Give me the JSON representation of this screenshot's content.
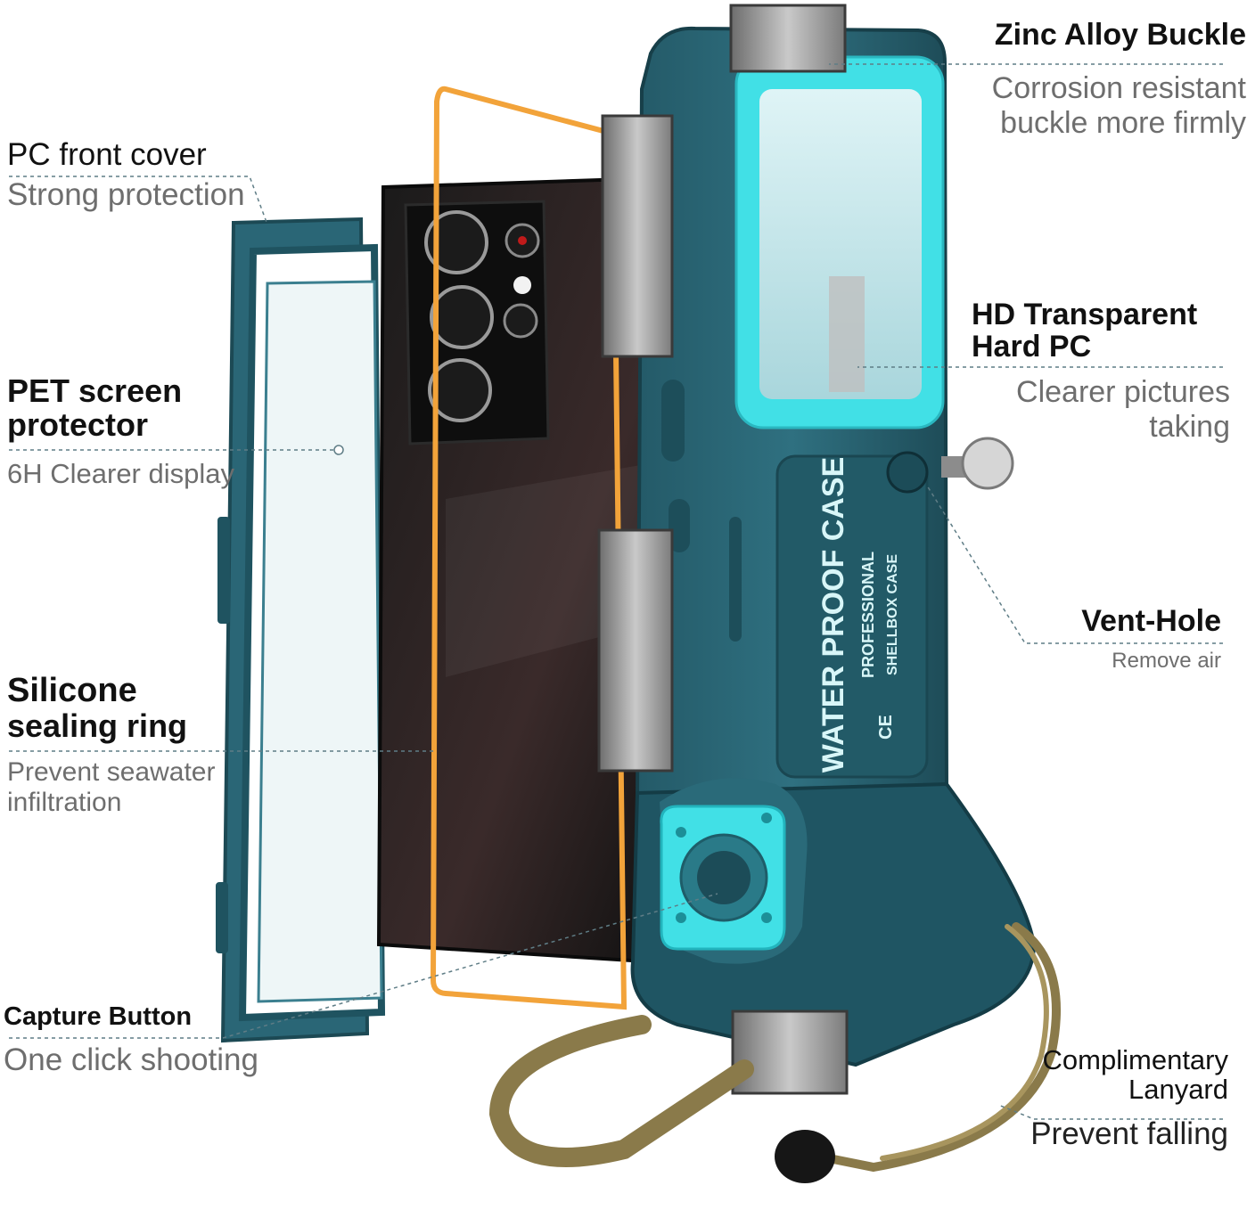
{
  "product": {
    "label_main": "WATER PROOF CASE",
    "label_sub": "PROFESSIONAL",
    "label_brand": "SHELLBOX CASE",
    "mark": "CE"
  },
  "callouts": {
    "zinc": {
      "title": "Zinc Alloy Buckle",
      "desc1": "Corrosion resistant",
      "desc2": "buckle more firmly"
    },
    "pc_front": {
      "title": "PC front cover",
      "desc": "Strong protection"
    },
    "hd": {
      "title1": "HD Transparent",
      "title2": "Hard PC",
      "desc1": "Clearer pictures",
      "desc2": "taking"
    },
    "pet": {
      "title1": "PET screen",
      "title2": "protector",
      "desc": "6H Clearer display"
    },
    "vent": {
      "title": "Vent-Hole",
      "desc": "Remove air"
    },
    "silicone": {
      "title1": "Silicone",
      "title2": "sealing ring",
      "desc1": "Prevent seawater",
      "desc2": "infiltration"
    },
    "capture": {
      "title": "Capture Button",
      "desc": "One click shooting"
    },
    "lanyard": {
      "title1": "Complimentary",
      "title2": "Lanyard",
      "desc": "Prevent falling"
    }
  },
  "colors": {
    "case": "#2d6b7a",
    "case_dark": "#1f4f5c",
    "accent": "#41e0e6",
    "sealing": "#f2a33a",
    "lanyard": "#8a7a4a"
  }
}
